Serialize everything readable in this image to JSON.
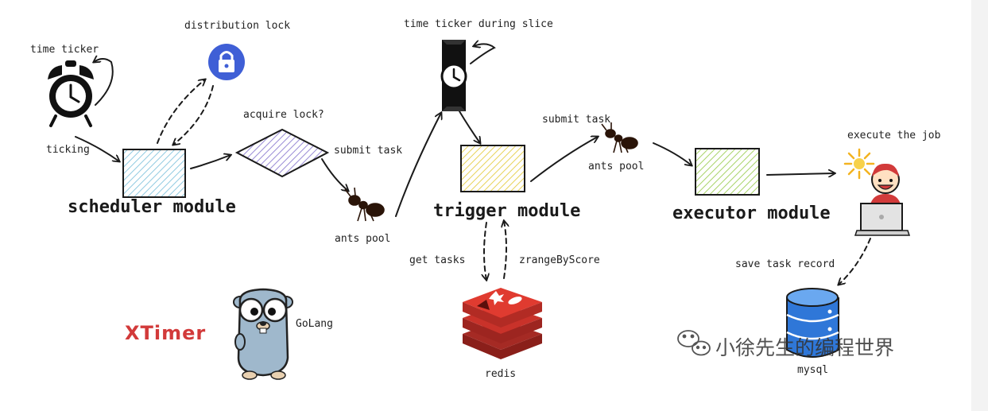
{
  "labels": {
    "time_ticker": "time ticker",
    "distribution_lock": "distribution lock",
    "ticking": "ticking",
    "acquire_lock": "acquire lock?",
    "submit_task_1": "submit task",
    "ants_pool_1": "ants pool",
    "time_ticker_during_slice": "time ticker during slice",
    "submit_task_2": "submit task",
    "ants_pool_2": "ants pool",
    "execute_the_job": "execute the job",
    "get_tasks": "get tasks",
    "zrange_by_score": "zrangeByScore",
    "save_task_record": "save task record",
    "redis": "redis",
    "mysql": "mysql",
    "golang": "GoLang",
    "xtimer": "XTimer"
  },
  "modules": {
    "scheduler": "scheduler module",
    "trigger": "trigger module",
    "executor": "executor module"
  },
  "watermark": "小徐先生的编程世界",
  "colors": {
    "scheduler_box": "#8ec9e0",
    "decision_diamond": "#9a8cd6",
    "trigger_box": "#e8d35a",
    "executor_box": "#a9d46a",
    "lock_icon": "#3f5fd6",
    "redis": "#d6382f",
    "mysql": "#2f77d8",
    "xtimer": "#d23a3a",
    "gopher": "#9fb8cc"
  },
  "icons": [
    "alarm-clock-icon",
    "lock-icon",
    "ant-icon",
    "hourglass-clock-icon",
    "developer-laptop-icon",
    "redis-icon",
    "mysql-database-icon",
    "gopher-icon",
    "wechat-icon"
  ]
}
